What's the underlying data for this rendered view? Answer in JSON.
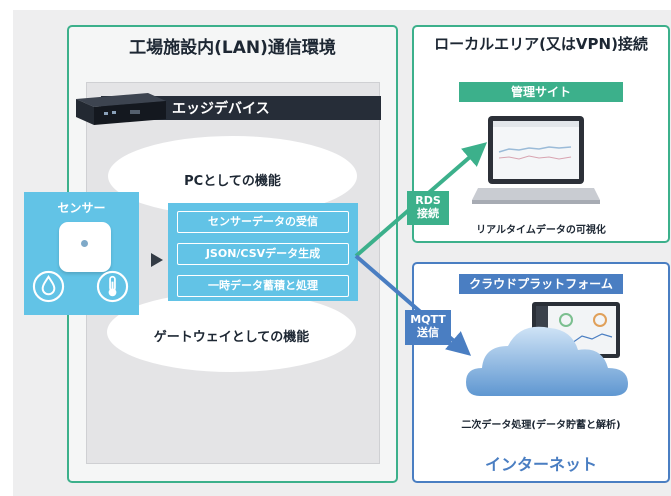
{
  "lan_section": {
    "title": "工場施設内(LAN)通信環境",
    "edge_device_label": "エッジデバイス",
    "pc_function_label": "PCとしての機能",
    "gateway_function_label": "ゲートウェイとしての機能",
    "functions": [
      "センサーデータの受信",
      "JSON/CSVデータ生成",
      "一時データ蓄積と処理"
    ]
  },
  "sensor": {
    "title": "センサー"
  },
  "vpn_section": {
    "title": "ローカルエリア(又はVPN)接続",
    "management_site_label": "管理サイト",
    "realtime_label": "リアルタイムデータの可視化"
  },
  "internet_section": {
    "cloud_platform_label": "クラウドプラットフォーム",
    "secondary_processing_label": "二次データ処理(データ貯蓄と解析)",
    "title": "インターネット"
  },
  "connections": {
    "rds": {
      "line1": "RDS",
      "line2": "接続"
    },
    "mqtt": {
      "line1": "MQTT",
      "line2": "送信"
    }
  },
  "colors": {
    "lan_green": "#3cb08b",
    "sensor_blue": "#62c3e6",
    "internet_blue": "#4a7ec2",
    "dark_bar": "#262d38"
  }
}
